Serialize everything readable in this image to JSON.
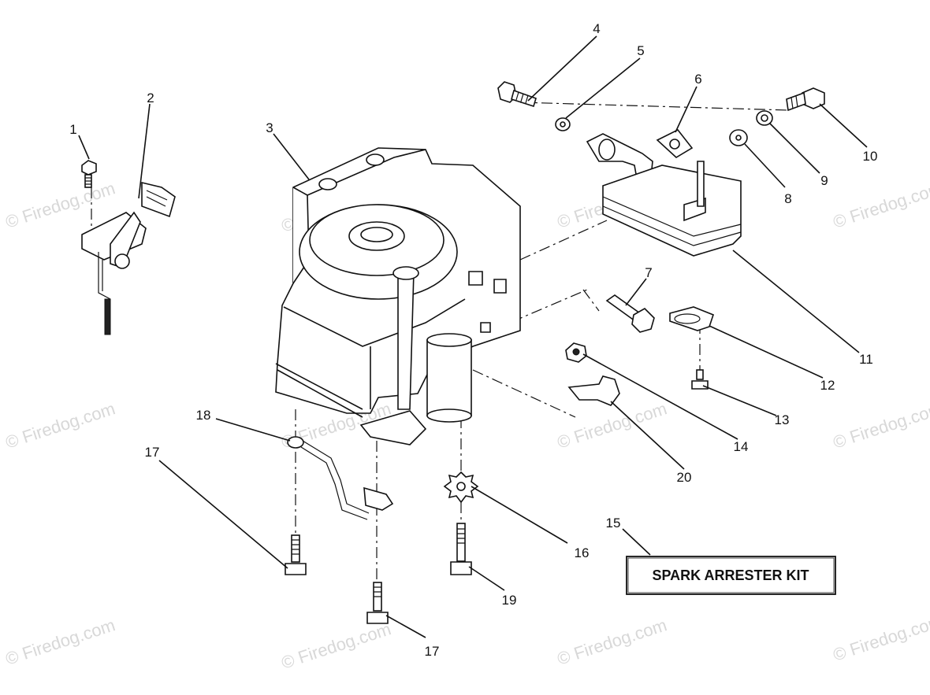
{
  "watermark": "© Firedog.com",
  "callouts": {
    "c1": "1",
    "c2": "2",
    "c3": "3",
    "c4": "4",
    "c5": "5",
    "c6": "6",
    "c7": "7",
    "c8": "8",
    "c9": "9",
    "c10": "10",
    "c11": "11",
    "c12": "12",
    "c13": "13",
    "c14": "14",
    "c15": "15",
    "c16": "16",
    "c17a": "17",
    "c17b": "17",
    "c18": "18",
    "c19": "19",
    "c20": "20"
  },
  "kit_box": {
    "label": "SPARK ARRESTER KIT"
  }
}
